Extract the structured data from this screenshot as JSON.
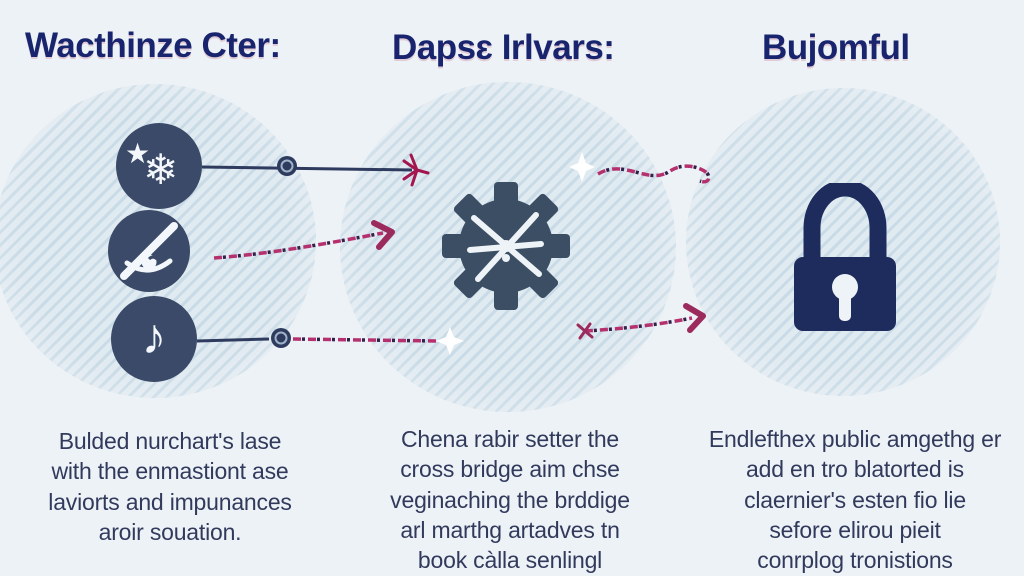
{
  "palette": {
    "background": "#edf2f7",
    "header_text": "#18246d",
    "body_text": "#323a5c",
    "stripe_light": "#e0eaf1",
    "stripe_dark": "#c9dbe6",
    "icon_badge_bg": "#3a4a68",
    "gear_fill": "#3b4e63",
    "lock_fill": "#1e2c5d",
    "connector_navy": "#2e3b5e",
    "connector_magenta": "#b5316e",
    "arrow_crimson": "#a3174e"
  },
  "columns": [
    {
      "title": "Wacthinze Cter:",
      "description": "Bulded nurchart's lase\nwith the enmastiont ase\nlaviorts and impunances\naroir souation."
    },
    {
      "title": "Dapsɛ Irlvars:",
      "description": "Chena rabir setter the\ncross bridge aim chse\nveginaching the brddige\narl marthg artadves tn\nbook càlla senlingl"
    },
    {
      "title": "Bujomful",
      "description": "Endlefthex public amgethg er\nadd en tro blatorted is\nclaernier's esten fio lie\nsefore elirou pieit\nconrplog tronistions"
    }
  ],
  "icons": {
    "star_glyph": "★",
    "snowflake_glyph": "❄",
    "music_note_glyph": "♪"
  }
}
